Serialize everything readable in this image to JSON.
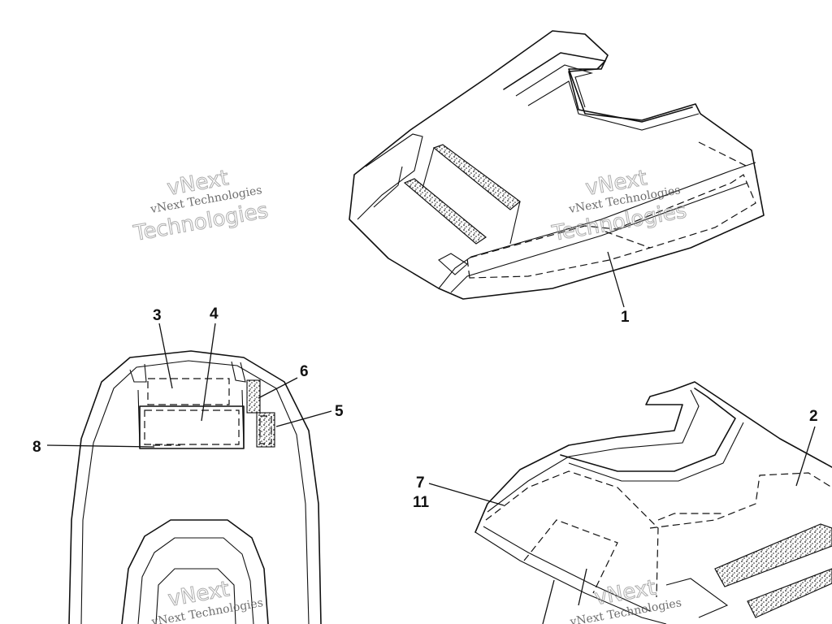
{
  "callouts": {
    "c1": "1",
    "c2": "2",
    "c3": "3",
    "c4": "4",
    "c5": "5",
    "c6": "6",
    "c7": "7",
    "c8": "8",
    "c11": "11"
  },
  "watermark": {
    "line_company": "vNext Technologies",
    "word_top": "vNext",
    "word_bottom": "Technologies"
  }
}
